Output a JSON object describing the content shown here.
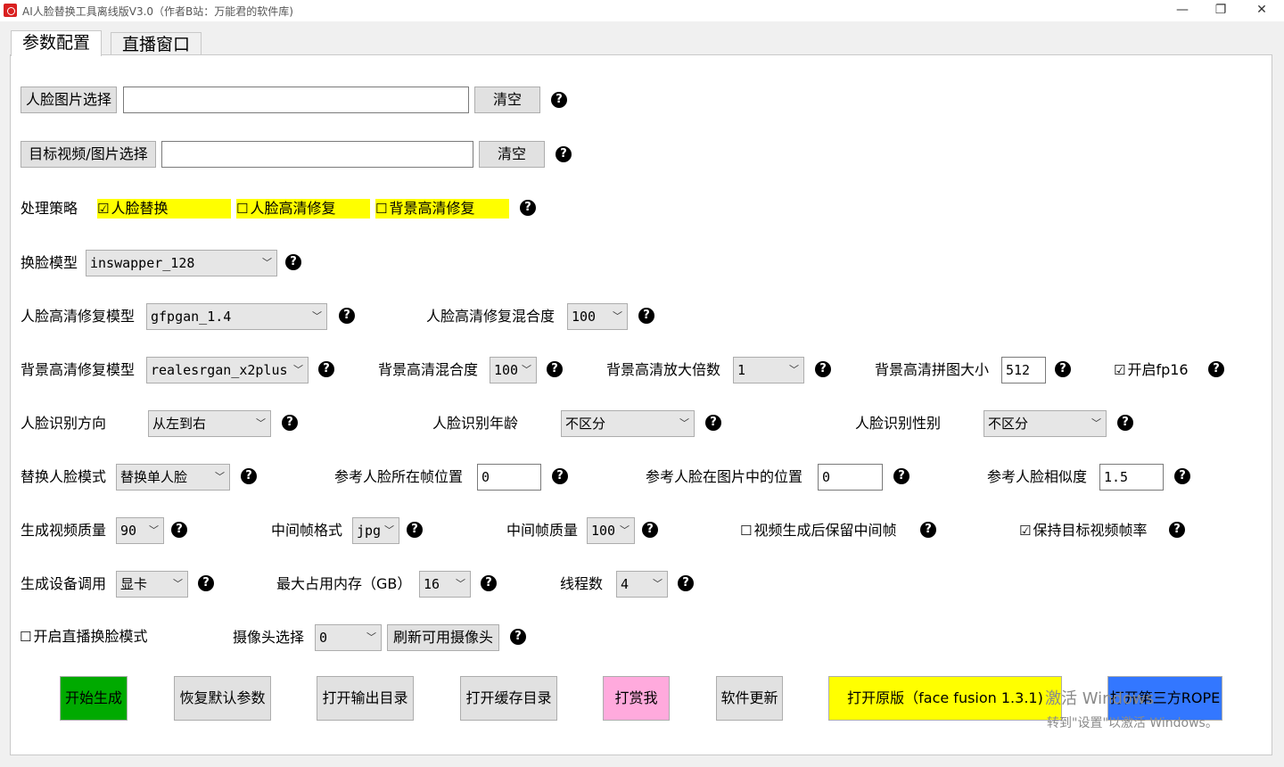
{
  "window": {
    "title": "AI人脸替换工具离线版V3.0（作者B站：万能君的软件库)",
    "minimize": "—",
    "maximize": "❐",
    "close": "✕"
  },
  "tabs": [
    "参数配置",
    "直播窗口"
  ],
  "help_glyph": "?",
  "face_image": {
    "button": "人脸图片选择",
    "value": "",
    "clear": "清空"
  },
  "target": {
    "button": "目标视频/图片选择",
    "value": "",
    "clear": "清空"
  },
  "strategy": {
    "label": "处理策略",
    "options": [
      {
        "label": "人脸替换",
        "checked": true
      },
      {
        "label": "人脸高清修复",
        "checked": false
      },
      {
        "label": "背景高清修复",
        "checked": false
      }
    ]
  },
  "swap_model": {
    "label": "换脸模型",
    "value": "inswapper_128"
  },
  "face_enhance": {
    "model_label": "人脸高清修复模型",
    "model_value": "gfpgan_1.4",
    "blend_label": "人脸高清修复混合度",
    "blend_value": "100"
  },
  "bg_enhance": {
    "model_label": "背景高清修复模型",
    "model_value": "realesrgan_x2plus",
    "blend_label": "背景高清混合度",
    "blend_value": "100",
    "scale_label": "背景高清放大倍数",
    "scale_value": "1",
    "tile_label": "背景高清拼图大小",
    "tile_value": "512",
    "fp16_label": "开启fp16",
    "fp16_checked": true
  },
  "detect": {
    "dir_label": "人脸识别方向",
    "dir_value": "从左到右",
    "age_label": "人脸识别年龄",
    "age_value": "不区分",
    "gender_label": "人脸识别性别",
    "gender_value": "不区分"
  },
  "replace": {
    "mode_label": "替换人脸模式",
    "mode_value": "替换单人脸",
    "frame_label": "参考人脸所在帧位置",
    "frame_value": "0",
    "pos_label": "参考人脸在图片中的位置",
    "pos_value": "0",
    "sim_label": "参考人脸相似度",
    "sim_value": "1.5"
  },
  "output": {
    "quality_label": "生成视频质量",
    "quality_value": "90",
    "format_label": "中间帧格式",
    "format_value": "jpg",
    "frame_quality_label": "中间帧质量",
    "frame_quality_value": "100",
    "keep_frames_label": "视频生成后保留中间帧",
    "keep_frames_checked": false,
    "keep_fps_label": "保持目标视频帧率",
    "keep_fps_checked": true
  },
  "device": {
    "label": "生成设备调用",
    "value": "显卡",
    "mem_label": "最大占用内存（GB）",
    "mem_value": "16",
    "threads_label": "线程数",
    "threads_value": "4"
  },
  "live": {
    "label": "开启直播换脸模式",
    "checked": false,
    "cam_label": "摄像头选择",
    "cam_value": "0",
    "refresh": "刷新可用摄像头"
  },
  "actions": {
    "start": "开始生成",
    "restore": "恢复默认参数",
    "open_output": "打开输出目录",
    "open_cache": "打开缓存目录",
    "tip": "打赏我",
    "update": "软件更新",
    "open_original": "打开原版（face fusion 1.3.1)",
    "open_rope": "打开第三方ROPE"
  },
  "colors": {
    "start": "#00aa00",
    "tip": "#ffaadd",
    "original": "#ffff00",
    "rope": "#3377ff",
    "strategy_highlight": "#ffff00"
  },
  "activation_watermark": {
    "line1": "激活 Windows",
    "line2": "转到\"设置\"以激活 Windows。"
  }
}
